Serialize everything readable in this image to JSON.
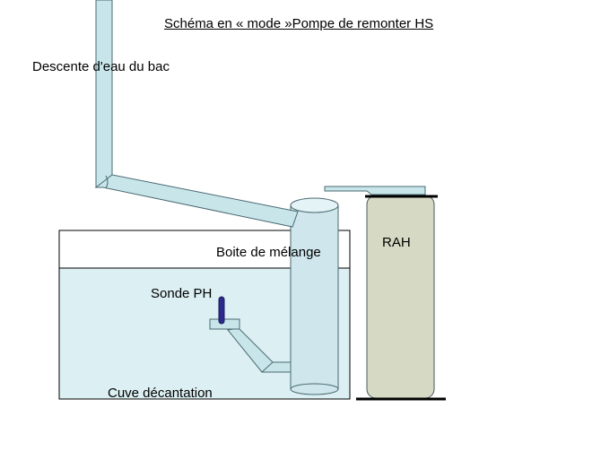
{
  "title": "Schéma en « mode »Pompe de remonter HS",
  "labels": {
    "descente": "Descente d'eau du bac",
    "boite": "Boite de mélange",
    "rah": "RAH",
    "sonde": "Sonde PH",
    "cuve": "Cuve décantation"
  },
  "colors": {
    "pipe_fill": "#c8e6ea",
    "pipe_stroke": "#4a6a72",
    "water_fill": "#dceff2",
    "cylinder_fill": "#cfe6ec",
    "rah_fill": "#d6d9c3",
    "probe": "#2c2a8a",
    "outline": "#000000"
  }
}
